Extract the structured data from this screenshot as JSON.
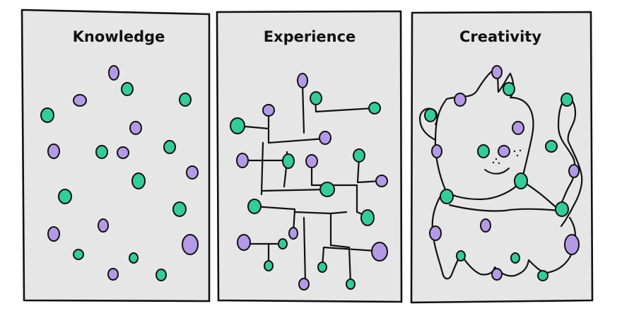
{
  "panels": [
    {
      "title": "Knowledge"
    },
    {
      "title": "Experience"
    },
    {
      "title": "Creativity"
    }
  ],
  "colors": {
    "teal": "#35cc9a",
    "purple": "#b49ae6",
    "panel_fill": "#e6e6e6",
    "ink": "#111111"
  }
}
